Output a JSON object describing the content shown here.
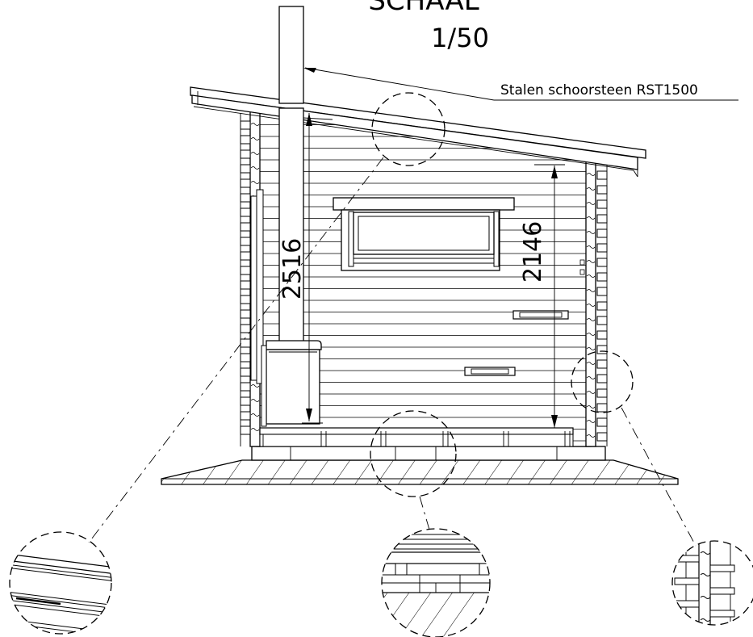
{
  "drawing": {
    "scale_word": "SCHAAL",
    "scale_value": "1/50",
    "callout_label": "Stalen schoorsteen RST1500",
    "dimensions": [
      {
        "id": "left_height",
        "value": "2516"
      },
      {
        "id": "right_height",
        "value": "2146"
      }
    ],
    "details": [
      {
        "id": "roof_detail"
      },
      {
        "id": "floor_detail"
      },
      {
        "id": "wall_detail"
      }
    ]
  }
}
